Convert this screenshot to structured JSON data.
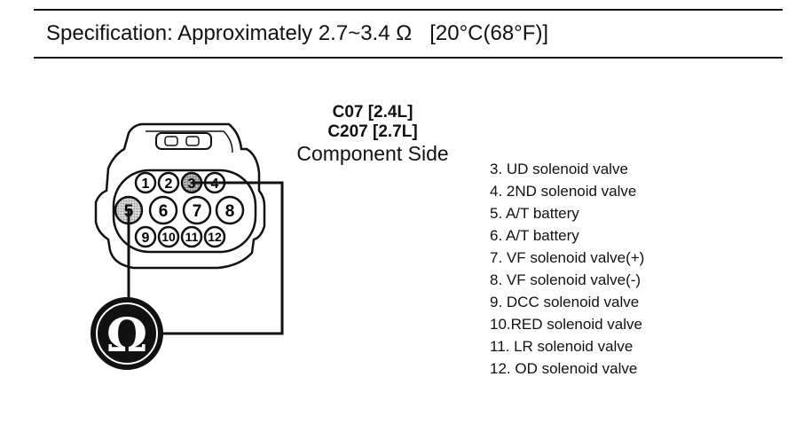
{
  "spec": {
    "label": "Specification:",
    "value": "Approximately 2.7~3.4 Ω",
    "condition": "[20°C(68°F)]"
  },
  "connector": {
    "title1": "C07 [2.4L]",
    "title2": "C207 [2.7L]",
    "title3": "Component Side",
    "pins": [
      "1",
      "2",
      "3",
      "4",
      "5",
      "6",
      "7",
      "8",
      "9",
      "10",
      "11",
      "12"
    ]
  },
  "ohmmeter": {
    "symbol": "Ω"
  },
  "legend": [
    "3. UD solenoid valve",
    "4. 2ND solenoid valve",
    "5. A/T battery",
    "6. A/T battery",
    "7. VF solenoid valve(+)",
    "8. VF solenoid valve(-)",
    "9. DCC solenoid valve",
    "10.RED solenoid valve",
    "11. LR solenoid valve",
    "12. OD solenoid valve"
  ]
}
